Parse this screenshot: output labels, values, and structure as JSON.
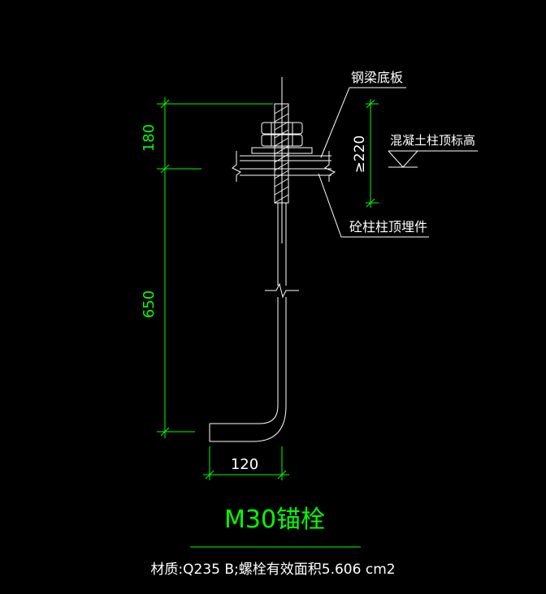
{
  "colors": {
    "background": "#000000",
    "object": "#ffffff",
    "dimension": "#00ff00"
  },
  "dimensions": {
    "top_length": "180",
    "main_length": "650",
    "hook_length": "120",
    "embed_depth": "≥220"
  },
  "labels": {
    "steel_base_plate": "钢梁底板",
    "concrete_top_elevation": "混凝土柱顶标高",
    "column_top_embed": "砼柱柱顶埋件"
  },
  "title": "M30锚栓",
  "material_note": "材质:Q235 B;螺栓有效面积5.606 cm2"
}
